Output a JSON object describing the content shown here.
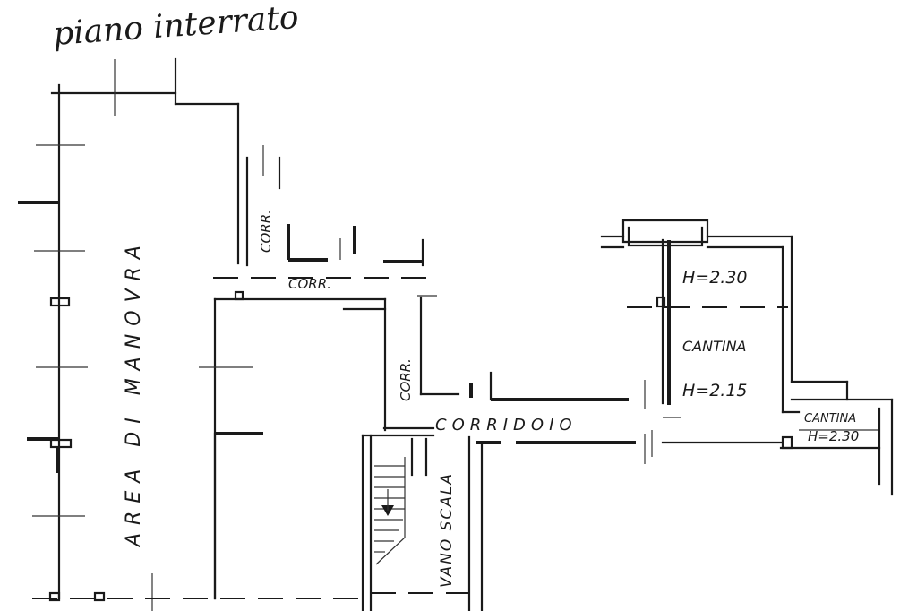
{
  "title": "piano interrato",
  "labels": {
    "area_manovra": "AREA DI MANOVRA",
    "corr_top_vertical": "CORR.",
    "corr_top_horizontal": "CORR.",
    "corr_middle": "CORR.",
    "corridoio": "CORRIDOIO",
    "vano_scala": "VANO SCALA",
    "cantina_main": "CANTINA",
    "height_top": "H=2.30",
    "height_main": "H=2.15",
    "cantina_small": "CANTINA",
    "height_small": "H=2.30"
  }
}
